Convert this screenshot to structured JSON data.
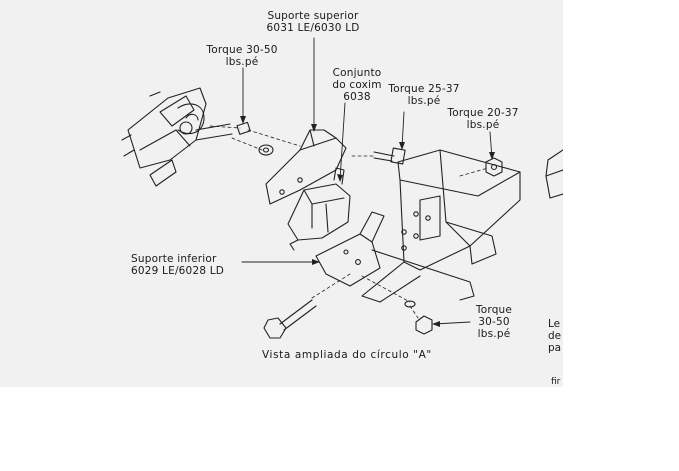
{
  "diagram": {
    "labels": {
      "suporte_superior": [
        "Suporte superior",
        "6031 LE/6030 LD"
      ],
      "torque_30_50_top": [
        "Torque 30-50",
        "lbs.pé"
      ],
      "conjunto_coxim": [
        "Conjunto",
        "do coxim",
        "6038"
      ],
      "torque_25_37": [
        "Torque 25-37",
        "lbs.pé"
      ],
      "torque_20_37": [
        "Torque 20-37",
        "lbs.pé"
      ],
      "suporte_inferior": [
        "Suporte inferior",
        "6029 LE/6028 LD"
      ],
      "torque_30_50_bottom": [
        "Torque",
        "30-50",
        "lbs.pé"
      ]
    },
    "caption": "Vista ampliada do círculo \"A\"",
    "cut_off_text": [
      "Le",
      "de",
      "pa",
      "fir"
    ]
  }
}
